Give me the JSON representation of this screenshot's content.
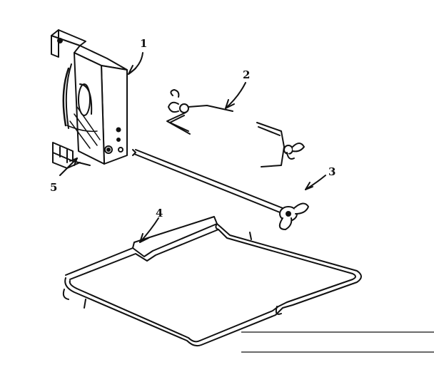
{
  "diagram": {
    "ink_color": "#111111",
    "background": "#ffffff",
    "callouts": [
      {
        "id": "1",
        "label": "1",
        "part": "motor-housing"
      },
      {
        "id": "2",
        "label": "2",
        "part": "spit-forks"
      },
      {
        "id": "3",
        "label": "3",
        "part": "spit-rod"
      },
      {
        "id": "4",
        "label": "4",
        "part": "drip-rack"
      },
      {
        "id": "5",
        "label": "5",
        "part": "mounting-bracket"
      }
    ]
  }
}
